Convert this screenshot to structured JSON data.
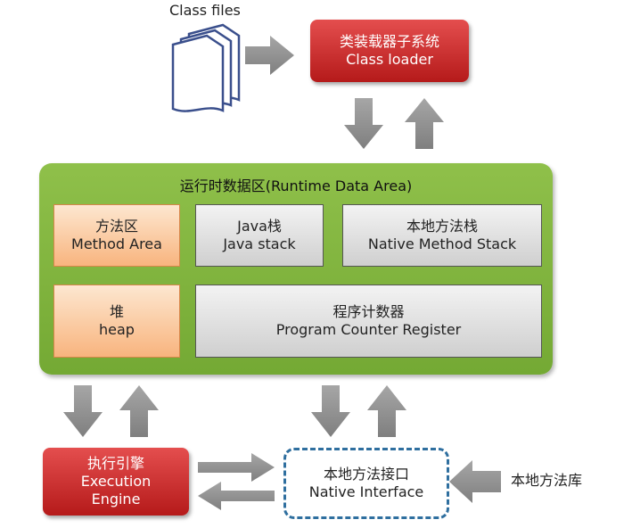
{
  "class_files_label": "Class files",
  "class_loader": {
    "cn": "类装载器子系统",
    "en": "Class loader"
  },
  "runtime_area": {
    "title": "运行时数据区(Runtime Data Area)",
    "method_area": {
      "cn": "方法区",
      "en": "Method Area"
    },
    "java_stack": {
      "cn": "Java栈",
      "en": "Java stack"
    },
    "native_method_stack": {
      "cn": "本地方法栈",
      "en": "Native Method Stack"
    },
    "heap": {
      "cn": "堆",
      "en": "heap"
    },
    "pc_register": {
      "cn": "程序计数器",
      "en": "Program Counter Register"
    }
  },
  "execution_engine": {
    "cn": "执行引擎",
    "en1": "Execution",
    "en2": "Engine"
  },
  "native_interface": {
    "cn": "本地方法接口",
    "en": "Native Interface"
  },
  "native_library_label": "本地方法库",
  "colors": {
    "red": "#c62828",
    "green": "#7cb13b",
    "orange": "#f8b47e",
    "gray_arrow": "#8c8c8c",
    "dashed_border": "#2f6f9f"
  }
}
